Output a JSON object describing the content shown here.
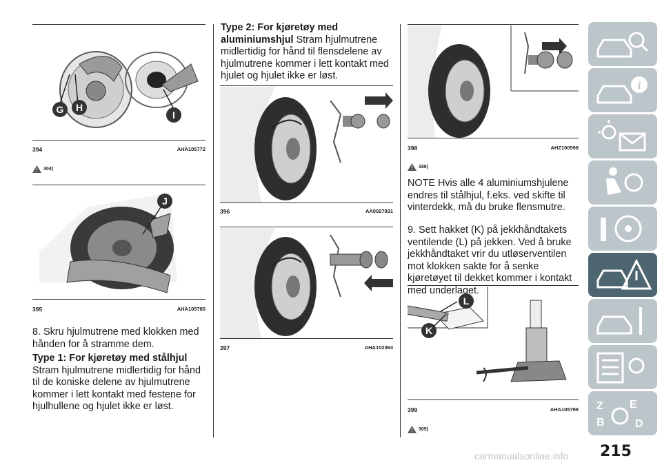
{
  "figures": [
    {
      "number": "394",
      "code": "AHA105772",
      "labels": [
        "G",
        "H",
        "I"
      ]
    },
    {
      "number": "395",
      "code": "AHA105785",
      "labels": [
        "J"
      ]
    },
    {
      "number": "396",
      "code": "AA0027931",
      "labels": []
    },
    {
      "number": "397",
      "code": "AHA102364",
      "labels": []
    },
    {
      "number": "398",
      "code": "AHZ100596",
      "labels": []
    },
    {
      "number": "399",
      "code": "AHA105798",
      "labels": [
        "L",
        "K"
      ]
    }
  ],
  "warnings": {
    "w304": "304)",
    "w166": "166)",
    "w305": "305)"
  },
  "left_column": {
    "step8": "8. Skru hjulmutrene med klokken med hånden for å stramme dem.",
    "type1_heading": "Type 1: For kjøretøy med stålhjul",
    "type1_text": "Stram hjulmutrene midlertidig for hånd til de koniske delene av hjulmutrene kommer i lett kontakt med festene for hjulhullene og hjulet ikke er løst."
  },
  "middle_column": {
    "type2_heading": "Type 2: For kjøretøy med aluminiumshjul",
    "type2_text": "Stram hjulmutrene midlertidig for hånd til flensdelene av hjulmutrene kommer i lett kontakt med hjulet og hjulet ikke er løst."
  },
  "right_column": {
    "note": "NOTE Hvis alle 4 aluminiumshjulene endres til stålhjul, f.eks. ved skifte til vinterdekk, må du bruke flensmutre.",
    "step9": "9. Sett hakket (K) på jekkhåndtakets ventilende (L) på jekken. Ved å bruke jekkhåndtaket vrir du utløserventilen mot klokken sakte for å senke kjøretøyet til dekket kommer i kontakt med underlaget."
  },
  "sidebar_tabs": [
    {
      "icon": "car-magnifier-icon",
      "active": false
    },
    {
      "icon": "car-info-icon",
      "active": false
    },
    {
      "icon": "light-envelope-icon",
      "active": false
    },
    {
      "icon": "seat-airbag-icon",
      "active": false
    },
    {
      "icon": "steering-wheel-icon",
      "active": false
    },
    {
      "icon": "car-warning-triangle-icon",
      "active": true
    },
    {
      "icon": "car-wrench-icon",
      "active": false
    },
    {
      "icon": "checklist-gear-icon",
      "active": false
    },
    {
      "icon": "alphabet-index-icon",
      "active": false
    }
  ],
  "page_number": "215",
  "watermark": "carmanualsonline.info",
  "colors": {
    "tab": "#bcc5c9",
    "tab_active": "#4d6570",
    "text": "#1a1a1a"
  }
}
